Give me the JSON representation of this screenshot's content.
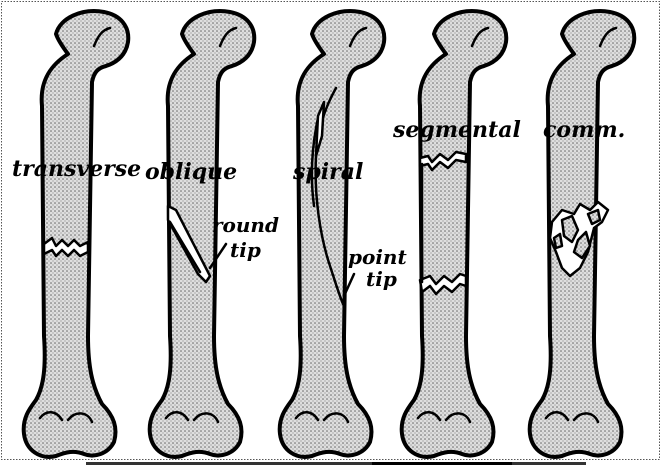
{
  "fractures": {
    "transverse": {
      "label": "transverse"
    },
    "oblique": {
      "label": "oblique",
      "tip_line1": "round",
      "tip_line2": "tip"
    },
    "spiral": {
      "label": "spiral",
      "tip_line1": "point",
      "tip_line2": "tip"
    },
    "segmental": {
      "label": "segmental"
    },
    "comminuted": {
      "label": "comm."
    }
  },
  "colors": {
    "outline": "#000000",
    "bone_fill": "#dcdcdc",
    "stipple": "#6e6e6e",
    "background": "#ffffff"
  }
}
